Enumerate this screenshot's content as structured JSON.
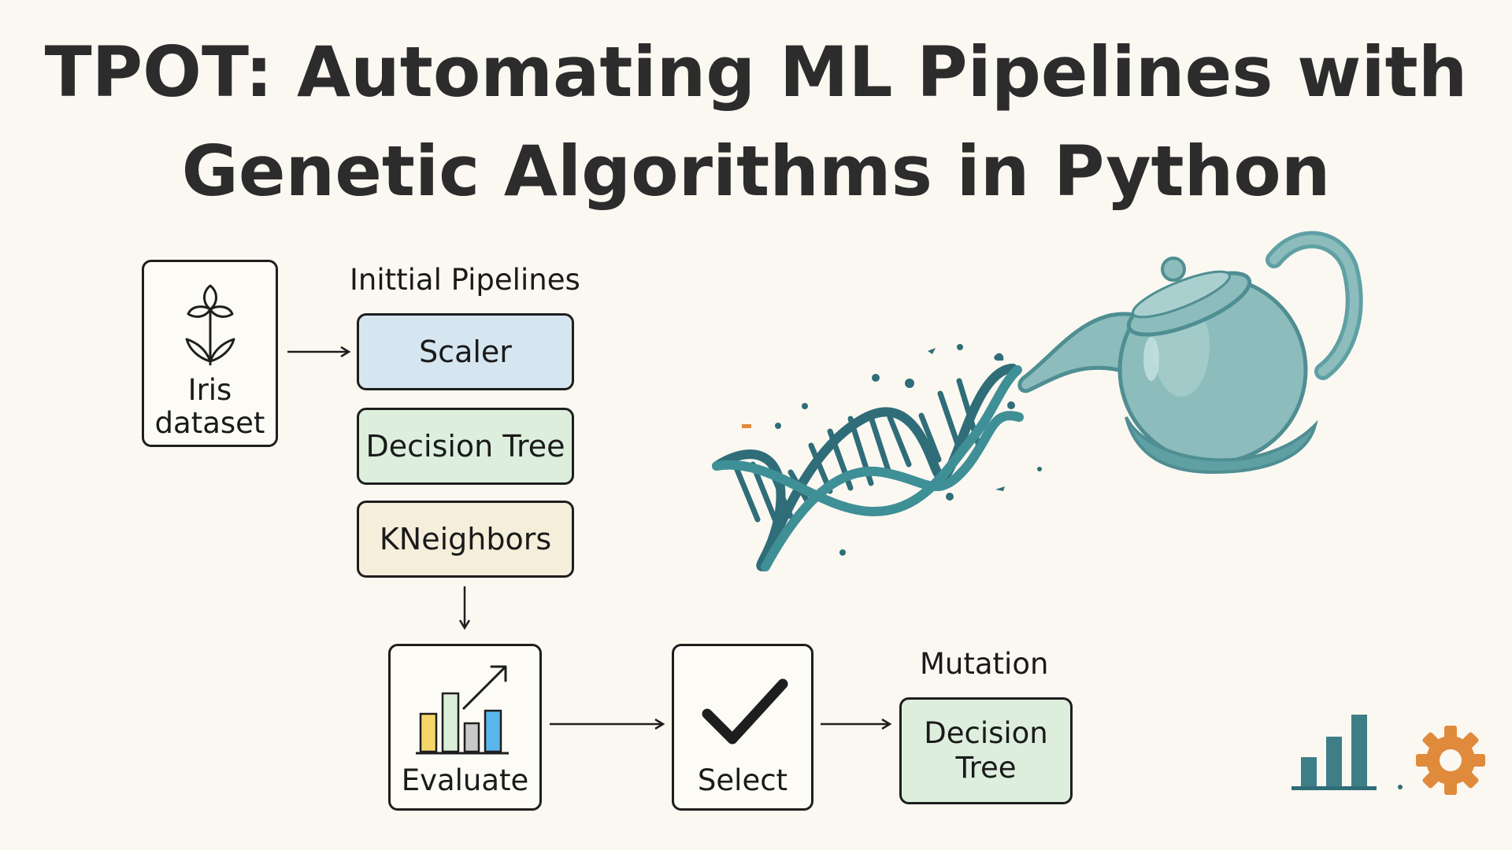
{
  "title": {
    "line1": "TPOT: Automating ML Pipelines with",
    "line2": "Genetic Algorithms in Python"
  },
  "dataset": {
    "line1": "Iris",
    "line2": "dataset",
    "icon": "plant-icon"
  },
  "initial_pipelines": {
    "heading": "Inittial Pipelines",
    "items": [
      {
        "label": "Scaler",
        "color": "#d6e6f1"
      },
      {
        "label": "Decision Tree",
        "color": "#ddeedd"
      },
      {
        "label": "KNeighbors",
        "color": "#f4eedb"
      }
    ]
  },
  "evaluate": {
    "label": "Evaluate",
    "icon": "bar-chart-trend-icon",
    "bar_colors": [
      "#f5d769",
      "#dbeed7",
      "#c9c9c9",
      "#59b6ea"
    ]
  },
  "select": {
    "label": "Select",
    "icon": "checkmark-icon"
  },
  "mutation": {
    "heading": "Mutation",
    "line1": "Decision",
    "line2": "Tree",
    "color": "#ddeedd"
  },
  "illustration": {
    "teapot": "teapot-icon",
    "dna": "dna-helix-icon",
    "teapot_color": "#8cbcbc",
    "dna_color": "#2f6d79"
  },
  "corner_icons": {
    "chart": "bar-chart-icon",
    "gear": "gear-icon",
    "chart_color": "#3e7f87",
    "gear_color": "#e08a3c"
  }
}
